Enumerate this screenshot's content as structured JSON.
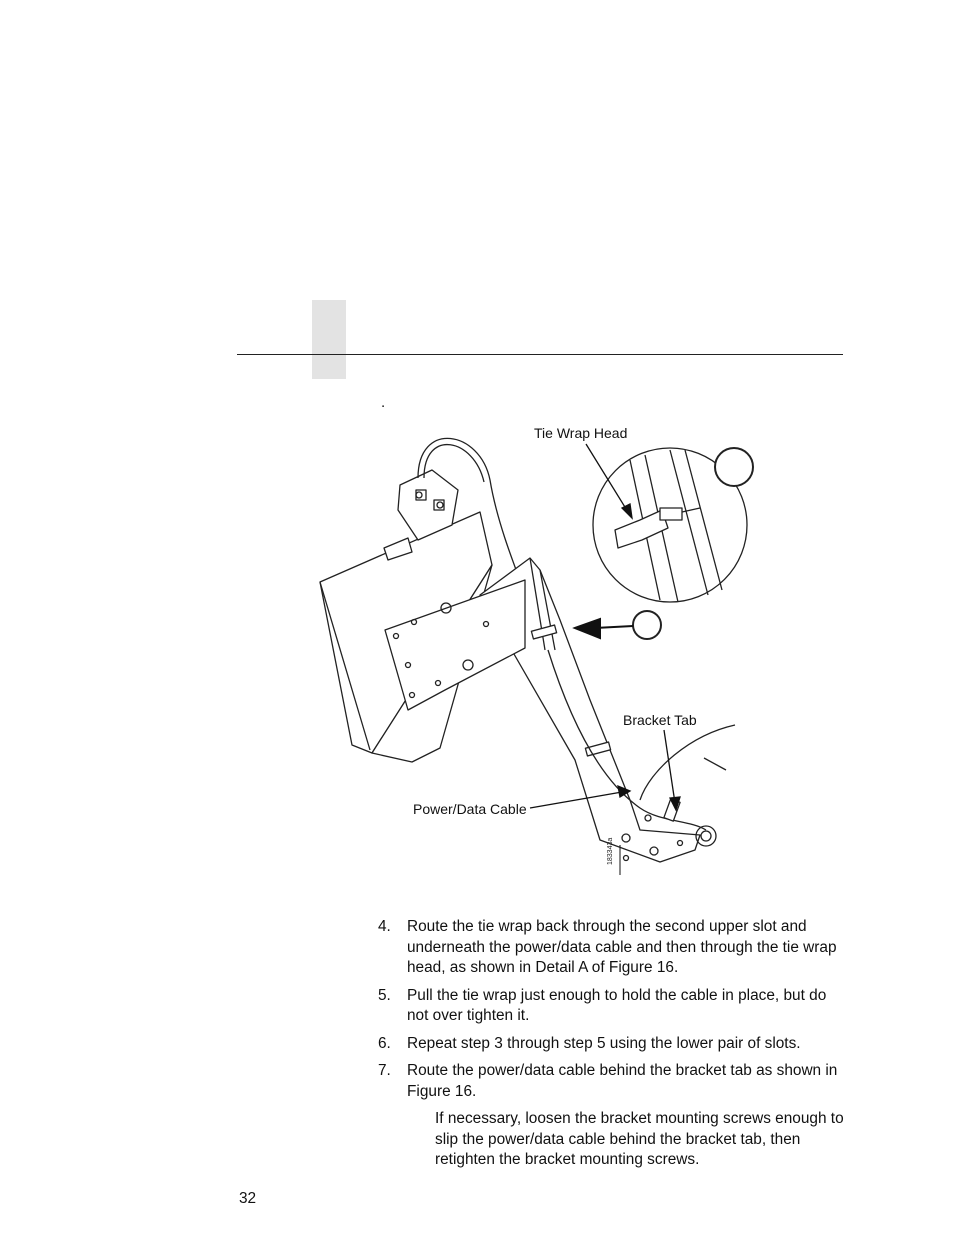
{
  "page": {
    "leading_mark": ".",
    "page_number": "32"
  },
  "figure": {
    "callouts": {
      "tie_wrap_head": "Tie Wrap Head",
      "bracket_tab": "Bracket Tab",
      "power_data_cable": "Power/Data Cable"
    },
    "part_number": "183343a"
  },
  "steps": [
    {
      "num": "4.",
      "text": "Route the tie wrap back through the second upper slot and underneath the power/data cable and then through the tie wrap head, as shown in Detail A of Figure 16."
    },
    {
      "num": "5.",
      "text": "Pull the tie wrap just enough to hold the cable in place, but do not over tighten it."
    },
    {
      "num": "6.",
      "text": "Repeat step 3 through step 5 using the lower pair of slots."
    },
    {
      "num": "7.",
      "text": "Route the power/data cable behind the bracket tab as shown in Figure 16."
    }
  ],
  "note": "If necessary, loosen the bracket mounting screws enough to slip the power/data cable behind the bracket tab, then retighten the bracket mounting screws."
}
